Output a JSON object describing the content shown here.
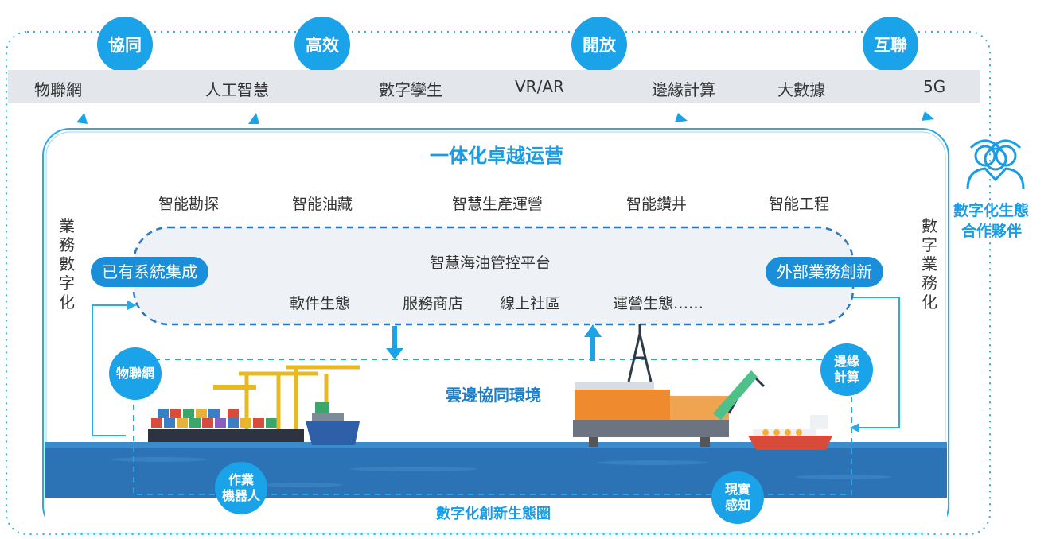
{
  "top_values": [
    "協同",
    "高效",
    "開放",
    "互聯"
  ],
  "technologies": [
    "物聯網",
    "人工智慧",
    "數字孿生",
    "VR/AR",
    "邊緣計算",
    "大數據",
    "5G"
  ],
  "main_title": "一体化卓越运营",
  "business_areas": [
    "智能勘探",
    "智能油藏",
    "智慧生產運營",
    "智能鑽井",
    "智能工程"
  ],
  "left_side_label": "業務數字化",
  "right_side_label": "數字業務化",
  "partner_label": {
    "line1": "數字化生態",
    "line2": "合作夥伴"
  },
  "platform": {
    "title": "智慧海油管控平台",
    "left_pill": "已有系統集成",
    "right_pill": "外部業務創新",
    "items": [
      "軟件生態",
      "服務商店",
      "線上社區",
      "運營生態……"
    ]
  },
  "cloud_edge_label": "雲邊協同環境",
  "bubbles": {
    "iot": "物聯網",
    "edge_line1": "邊緣",
    "edge_line2": "計算",
    "robot_line1": "作業",
    "robot_line2": "機器人",
    "sense_line1": "現實",
    "sense_line2": "感知"
  },
  "ecosystem_label": "數字化創新生態圈",
  "colors": {
    "accent": "#1aa3e8",
    "pill": "#1a8ed8",
    "dash": "#2a79c2",
    "sea": "#2b73b5",
    "bar": "#e3e7ec"
  }
}
